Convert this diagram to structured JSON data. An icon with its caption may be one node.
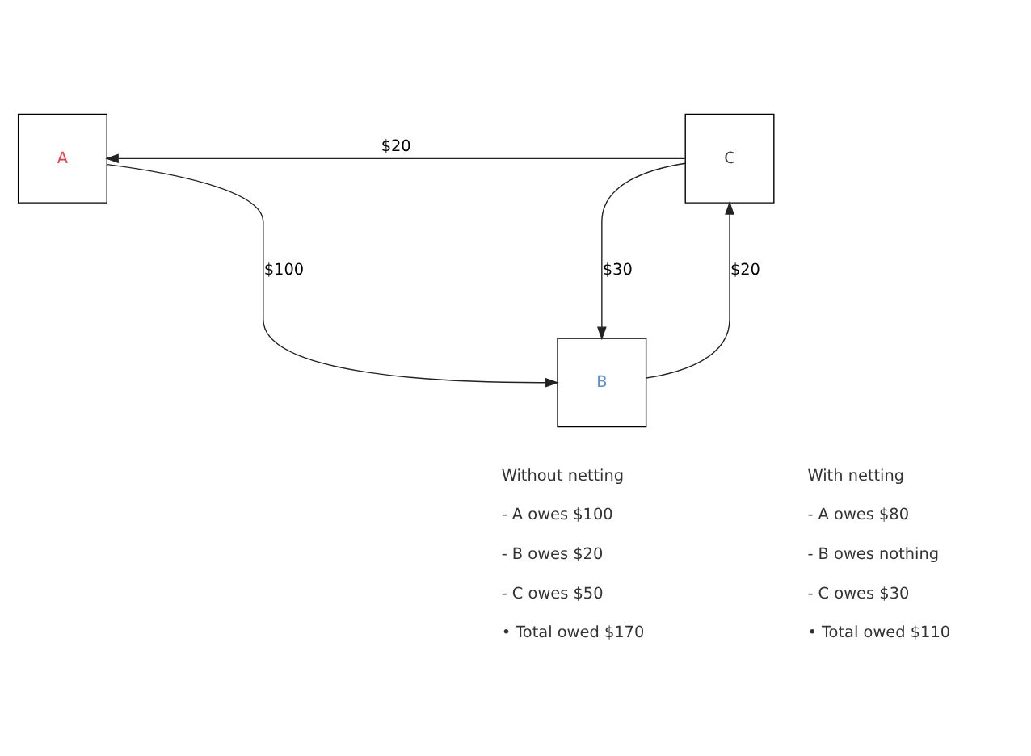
{
  "diagram": {
    "nodes": [
      {
        "text": [
          "A"
        ]
      },
      {
        "text": [
          "C"
        ]
      },
      {
        "text": [
          "B"
        ]
      }
    ],
    "edges": [
      {
        "from": 1,
        "to": 0,
        "arrow": "to",
        "label": "$20"
      },
      {
        "from": 0,
        "to": 2,
        "arrow": "to",
        "label": "$100"
      },
      {
        "from": 1,
        "to": 2,
        "arrow": "to",
        "label": "$30"
      },
      {
        "from": 2,
        "to": 1,
        "arrow": "to",
        "label": "$20"
      }
    ],
    "labels": [
      "Without netting",
      "- A owes $100",
      "- B owes $20",
      "- C owes $50",
      "• Total owed $170",
      "With netting",
      "- A owes $80",
      "- B owes nothing",
      "- C owes $30",
      "• Total owed $110"
    ]
  }
}
